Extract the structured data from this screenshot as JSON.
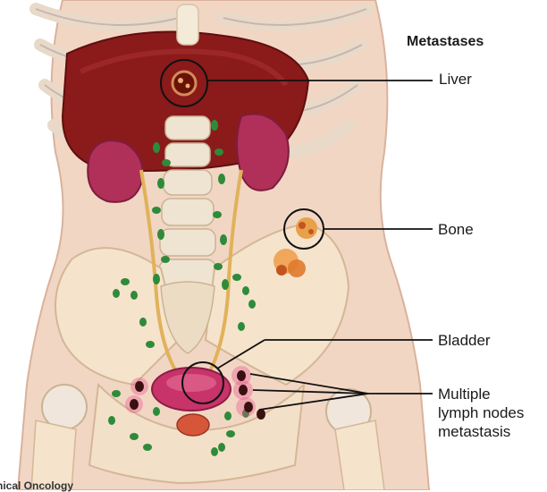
{
  "title": "Metastases",
  "labels": {
    "liver": "Liver",
    "bone": "Bone",
    "bladder": "Bladder",
    "lymph_nodes": [
      "Multiple",
      "lymph nodes",
      "metastasis"
    ]
  },
  "credit": "nical Oncology",
  "colors": {
    "skin": "#f2d6c4",
    "bone": "#f5e3cc",
    "liver": "#8b1a1a",
    "kidney": "#b0305a",
    "bladder": "#c8336a",
    "lymph_node": "#2e8b3a",
    "metastatic_node": "#3a1010",
    "leader_line": "#111111"
  },
  "icons": {
    "liver_tumor": "tumor-spot-icon",
    "bone_lesion": "bone-lesion-icon"
  }
}
